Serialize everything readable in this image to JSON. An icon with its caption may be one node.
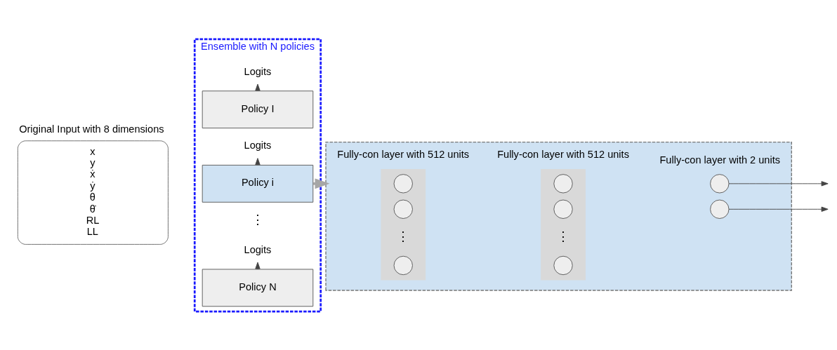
{
  "diagram": {
    "nodes": [
      {
        "text": [
          "Original Input with 8 dimensions",
          "x y ẋ ẏ θ θ̇ RL LL"
        ]
      },
      {
        "text": [
          "Ensemble with N policies"
        ]
      },
      {
        "text": [
          "Policy I"
        ],
        "in": 1
      },
      {
        "text": [
          "Logits"
        ],
        "in": 1
      },
      {
        "text": [
          "Policy i"
        ],
        "in": 1
      },
      {
        "text": [
          "Logits"
        ],
        "in": 1
      },
      {
        "text": [
          "Policy N"
        ],
        "in": 1
      },
      {
        "text": [
          "Logits"
        ],
        "in": 1
      },
      {
        "text": [],
        "shape": "box"
      },
      {
        "text": [],
        "shape": "bar",
        "in": 8
      },
      {
        "text": [],
        "shape": "circle",
        "in": 9
      },
      {
        "text": [],
        "shape": "circle",
        "in": 9
      },
      {
        "text": [],
        "shape": "circle",
        "in": 9
      },
      {
        "text": [],
        "shape": "bar",
        "in": 8
      },
      {
        "text": [],
        "shape": "circle",
        "in": 13
      },
      {
        "text": [],
        "shape": "circle",
        "in": 13
      },
      {
        "text": [],
        "shape": "circle",
        "in": 13
      },
      {
        "text": [],
        "shape": "circle",
        "in": 8
      },
      {
        "text": [],
        "shape": "circle",
        "in": 8
      }
    ],
    "edges": [
      {
        "from": 2,
        "to": 3,
        "arrow": "to"
      },
      {
        "from": 4,
        "to": 5,
        "arrow": "to"
      },
      {
        "from": 6,
        "to": 7,
        "arrow": "to"
      },
      {
        "from": 4,
        "to": 8,
        "arrow": "to",
        "style": "thick",
        "color": "#a6a6a6"
      },
      {
        "from": 17,
        "to": null,
        "arrow": "to"
      },
      {
        "from": 18,
        "to": null,
        "arrow": "to"
      }
    ],
    "labels": [
      "Fully-con layer with 512 units",
      "Fully-con layer with 512 units",
      "Fully-con layer with 2 units",
      "⋮",
      "⋮",
      "⋮"
    ]
  }
}
